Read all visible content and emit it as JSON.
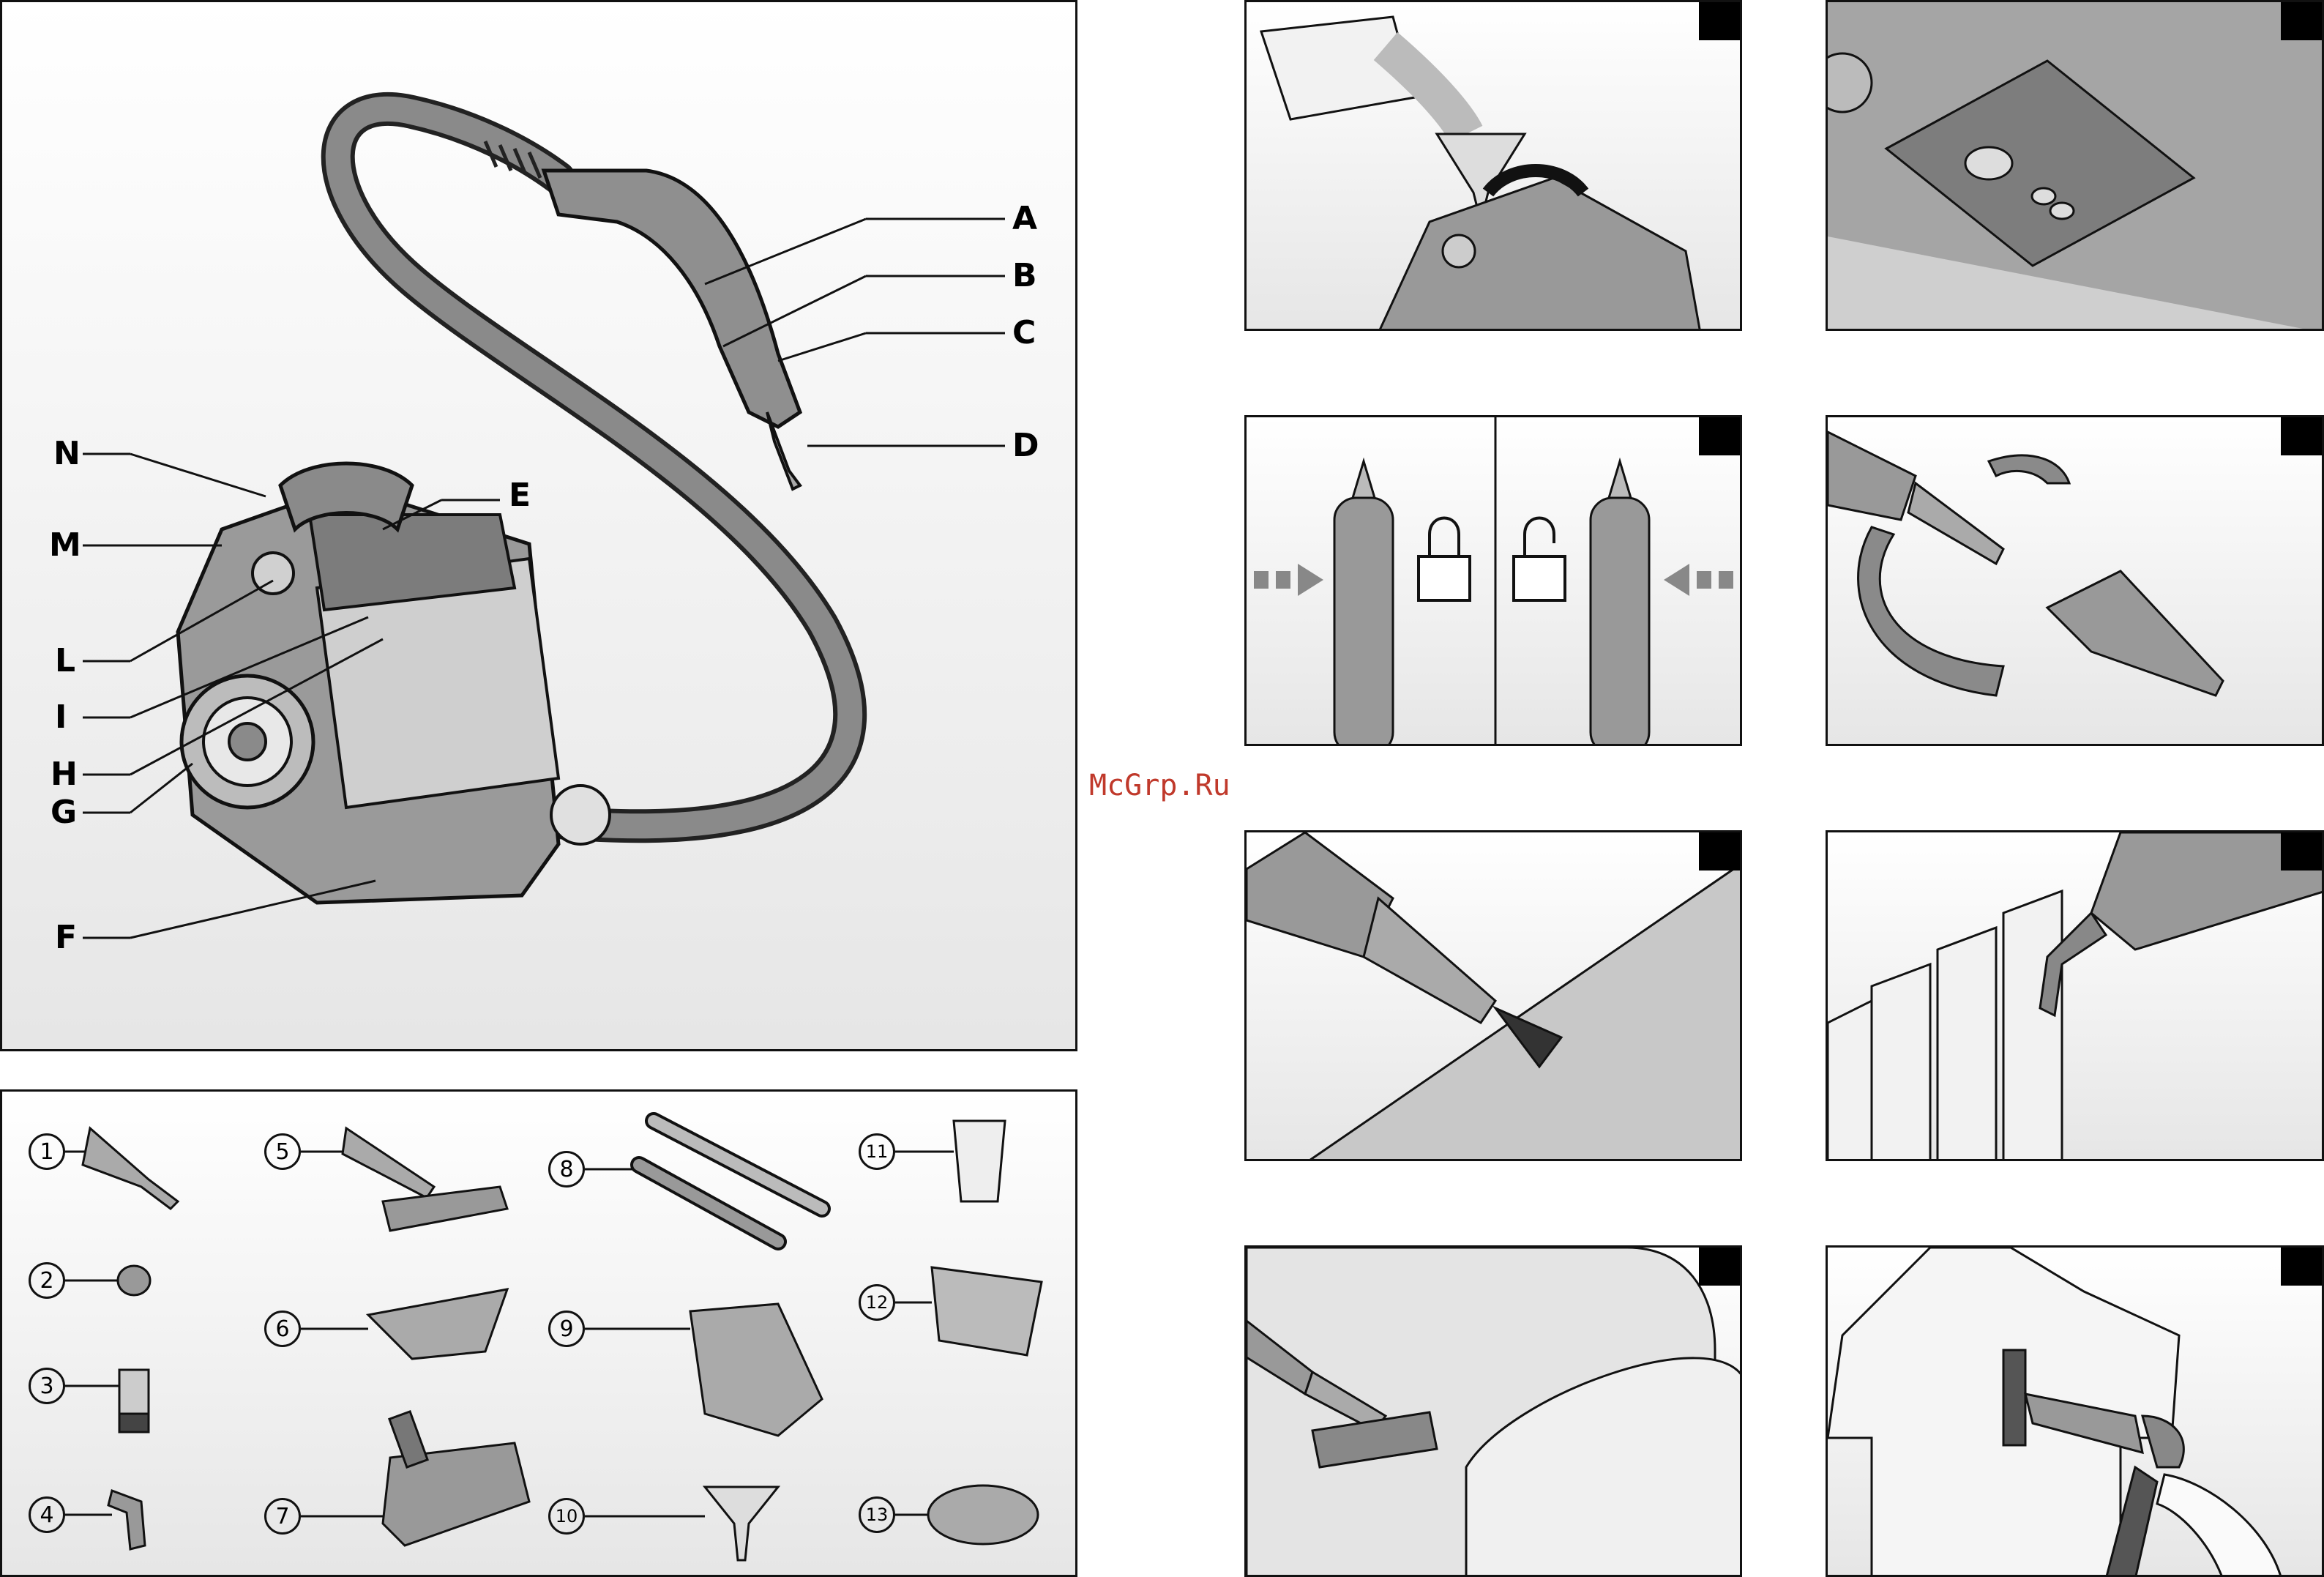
{
  "diagram": {
    "callouts": [
      "A",
      "B",
      "C",
      "D",
      "E",
      "F",
      "G",
      "H",
      "I",
      "L",
      "M",
      "N"
    ]
  },
  "accessories": {
    "numbers": [
      "1",
      "2",
      "3",
      "4",
      "5",
      "6",
      "7",
      "8",
      "9",
      "10",
      "11",
      "12",
      "13"
    ]
  },
  "watermark": "McGrp.Ru",
  "colors": {
    "device_gray": "#8a8a8a",
    "light_gray": "#d4d4d4",
    "line": "#111111",
    "watermark": "#c0392b"
  }
}
